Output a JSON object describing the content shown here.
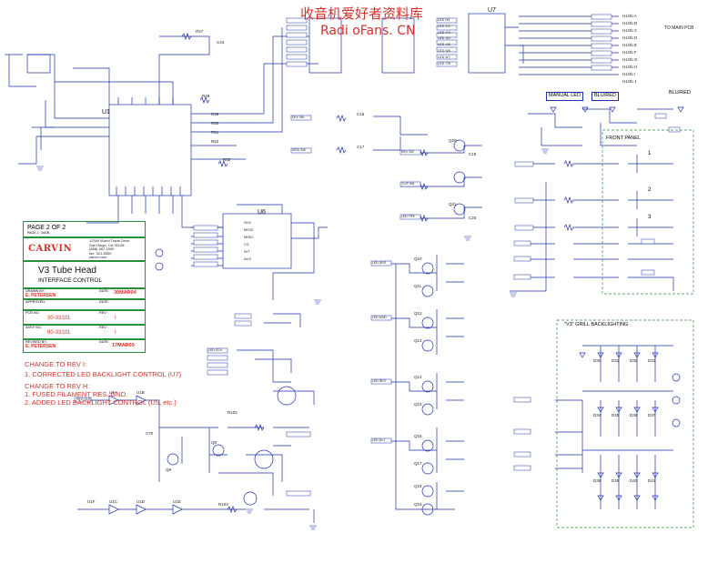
{
  "watermark": {
    "line1": "收音机爱好者资料库",
    "line2": "Radi oFans. CN"
  },
  "title_block": {
    "page": "PAGE 2 OF 2",
    "page_sub": "PAGE 1 · MAIN",
    "brand": "CARVIN",
    "address": [
      "12340 World Trade Drive",
      "San Diego, CA 92128",
      "(858) 487-1600",
      "fax: 321-6500",
      "carvin.com"
    ],
    "title": "V3 Tube Head",
    "subtitle": "INTERFACE CONTROL",
    "rows": [
      {
        "label": "DRAWN BY:",
        "value": "E. PETERSEN",
        "field": "DATE:",
        "field_value": "30MAR04"
      },
      {
        "label": "APPROVED:",
        "value": "",
        "field": "DATE:",
        "field_value": ""
      },
      {
        "label": "PCB NO.",
        "value": "30-33101",
        "field": "REV:",
        "field_value": "I"
      },
      {
        "label": "ASSY NO.",
        "value": "80-33101",
        "field": "REV:",
        "field_value": "I"
      },
      {
        "label": "REVISED BY:",
        "value": "E. PETERSEN",
        "field": "DATE:",
        "field_value": "17MAR09"
      }
    ]
  },
  "notes": [
    "CHANGE TO REV I:",
    "1. CORRECTED LED BACKLIGHT CONTROL (U7)",
    "CHANGE TO REV H:",
    "1. FUSED FILAMENT RES. GND.",
    "2. ADDED LED BACKLIGHT CONTROL (U5, etc.)"
  ],
  "headings": {
    "manual_led": "MANUAL LED",
    "blu_red_1": "BLU/RED",
    "blu_red_2": "BLU/RED",
    "front_panel": "FRONT PANEL",
    "grill": "\"V3\" GRILL BACKLIGHTING",
    "to_main": "TO MAIN PCB"
  },
  "ic_labels": {
    "u1": "U1",
    "u6": "U6",
    "u7": "U7"
  },
  "front_panel_nums": [
    "1",
    "2",
    "3"
  ],
  "connector_right": [
    "H1Ob A",
    "H1Ob B",
    "H1Ob C",
    "H1Ob D",
    "H1Ob E",
    "H1Ob F",
    "H1Ob G",
    "H1Ob H",
    "H1Ob I",
    "H1Ob J"
  ],
  "u7_pins_left": [
    "LED 0/1",
    "LED 1/2",
    "LED 2/3",
    "LED 3/4",
    "LED 4/5",
    "LED 5/6",
    "LED 6/7",
    "LED 7/8"
  ],
  "u6_pins_left": [
    "SCK",
    "MOSI",
    "MISO",
    "CS",
    "INT",
    "AUX"
  ],
  "ref_left": [
    "R47",
    "C44",
    "R48",
    "R49",
    "R50",
    "R51",
    "R52",
    "R53",
    "C16",
    "C17",
    "C18",
    "C20"
  ],
  "mid_net_labels": [
    "DLY SW",
    "MOD SW",
    "REV SW",
    "CLIP SW",
    "LED TRS",
    "LED DRS",
    "LED MOD",
    "LED REV",
    "LED DLY",
    "LED CLN"
  ],
  "transistor_labels": [
    "Q10",
    "Q11",
    "Q12",
    "Q13",
    "Q14",
    "Q15",
    "Q16",
    "Q17",
    "Q18",
    "Q19",
    "Q20",
    "Q21"
  ],
  "grill_leds": [
    "D30",
    "D31",
    "D32",
    "D33",
    "D34",
    "D35",
    "D36",
    "D37",
    "D38",
    "D39",
    "D40",
    "D41"
  ],
  "bottom_labels": [
    "REG OUT",
    "U1A",
    "U1B",
    "U1C",
    "U1D",
    "U1E",
    "U1F",
    "Q8",
    "Q9",
    "R102",
    "R103",
    "C70"
  ],
  "colors": {
    "wire": "#1f2fb0",
    "border": "#2a8f3a",
    "text_red": "#d9302a",
    "ground": "#1f2fb0"
  }
}
